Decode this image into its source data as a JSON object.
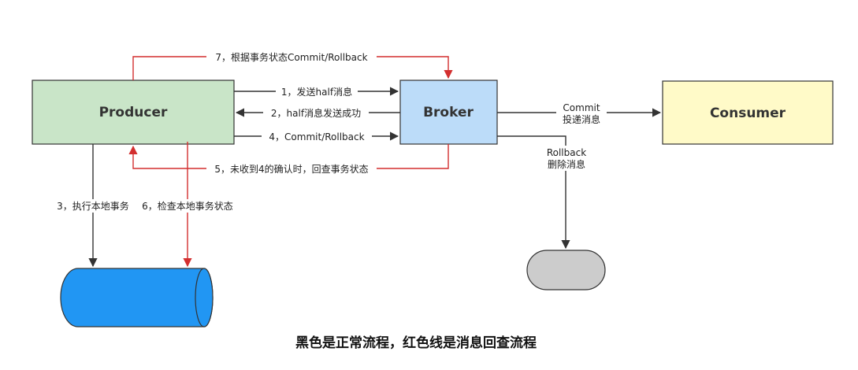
{
  "nodes": {
    "producer": "Producer",
    "broker": "Broker",
    "consumer": "Consumer"
  },
  "edges": {
    "e1": "1，发送half消息",
    "e2": "2，half消息发送成功",
    "e4": "4，Commit/Rollback",
    "e5": "5，未收到4的确认时，回查事务状态",
    "e7": "7，根据事务状态Commit/Rollback",
    "e3": "3，执行本地事务",
    "e6": "6，检查本地事务状态",
    "commit_line1": "Commit",
    "commit_line2": "投递消息",
    "rollback_line1": "Rollback",
    "rollback_line2": "删除消息"
  },
  "caption": "黑色是正常流程，红色线是消息回查流程",
  "colors": {
    "producer_fill": "#c9e5c8",
    "broker_fill": "#bcdcf9",
    "consumer_fill": "#fffac8",
    "db_fill": "#2196f3",
    "deleted_store_fill": "#cccccc",
    "black_line": "#333333",
    "red_line": "#d32f2f"
  }
}
